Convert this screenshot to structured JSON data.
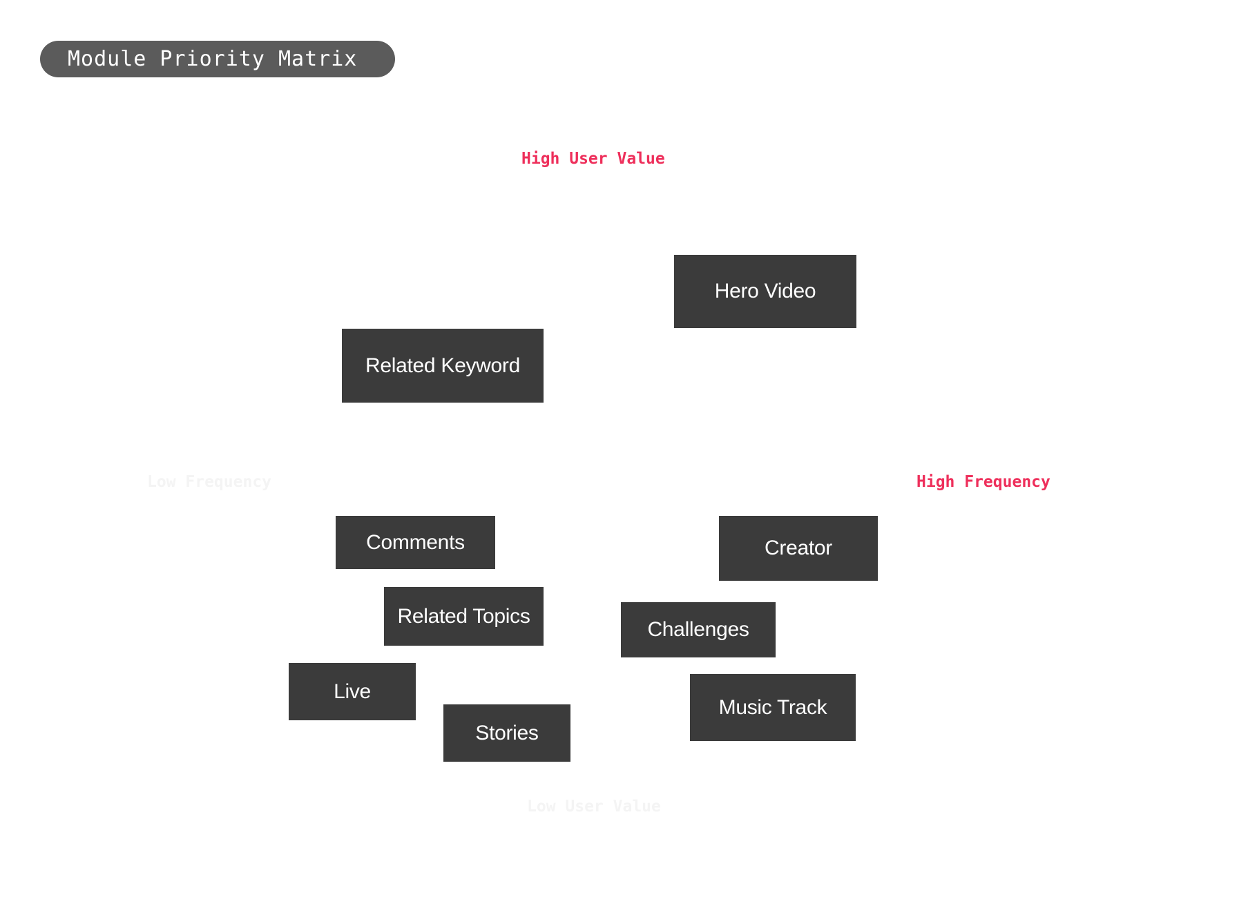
{
  "title": "Module Priority Matrix",
  "axes": {
    "top": "High User Value",
    "right": "High Frequency",
    "left": "Low Frequency",
    "bottom": "Low User Value"
  },
  "colors": {
    "accent": "#ee2f5b",
    "box": "#3b3b3b",
    "pill": "#5b5b5b",
    "faint": "#f4f4f4"
  },
  "modules": {
    "hero_video": "Hero Video",
    "related_keyword": "Related Keyword",
    "comments": "Comments",
    "related_topics": "Related Topics",
    "live": "Live",
    "stories": "Stories",
    "creator": "Creator",
    "challenges": "Challenges",
    "music_track": "Music Track"
  }
}
